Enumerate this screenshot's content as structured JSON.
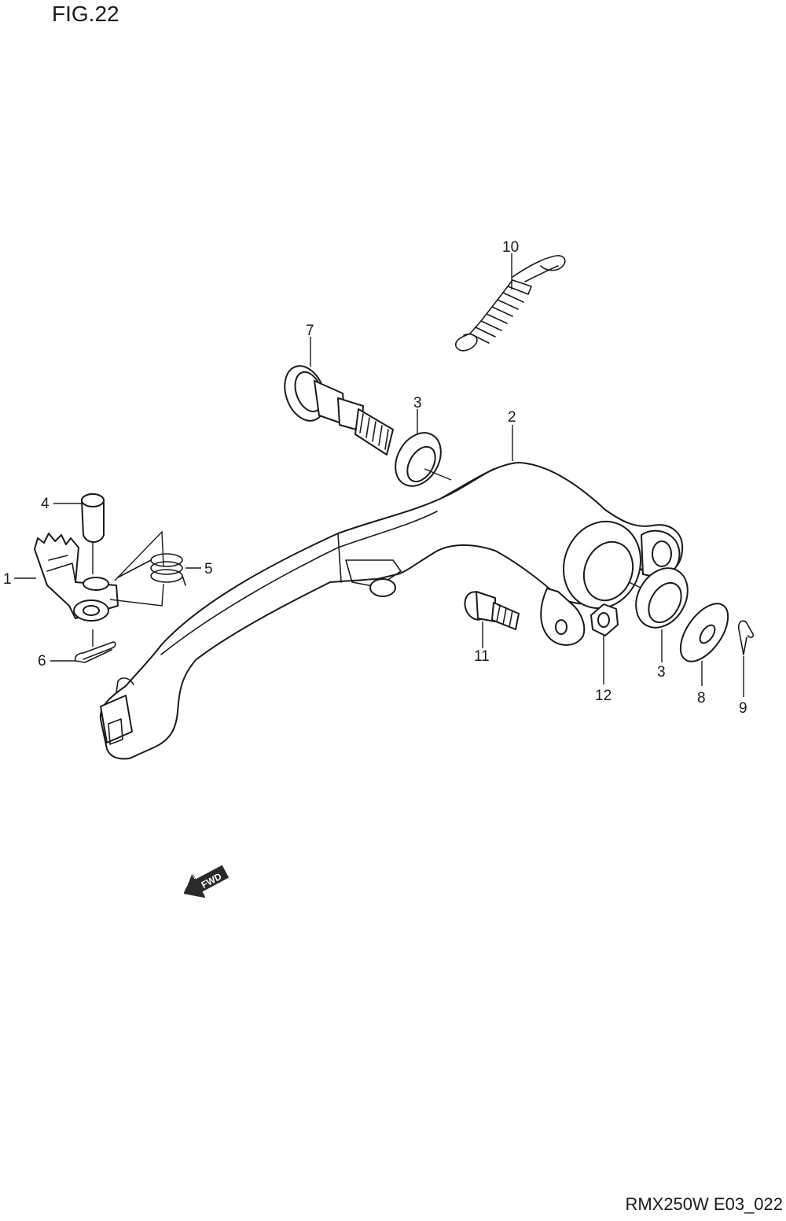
{
  "figure": {
    "title": "FIG.22",
    "drawing_code": "RMX250W E03_022"
  },
  "callouts": [
    "1",
    "2",
    "3",
    "3",
    "4",
    "5",
    "6",
    "7",
    "8",
    "9",
    "10",
    "11",
    "12"
  ],
  "direction_arrow": {
    "label": "FWD",
    "icon": "fwd-arrow-icon"
  }
}
